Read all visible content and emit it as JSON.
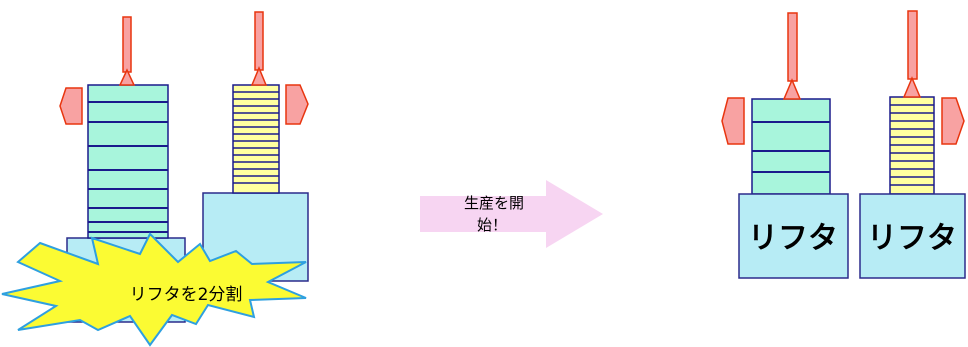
{
  "before": {
    "burst_label": "リフタを2分割"
  },
  "arrow": {
    "line1": "生産を開",
    "line2": "始！"
  },
  "after": {
    "lifter_left_label": "リフタ",
    "lifter_right_label": "リフタ"
  },
  "colors": {
    "stack_mint": "#a8f5dc",
    "stack_yellow": "#ffffa0",
    "line_navy": "#1a1a8c",
    "base_blue": "#b7ecf5",
    "base_border": "#2b2b8c",
    "pointer_fill": "#f8a2a2",
    "pointer_stroke": "#e8350f",
    "burst_fill": "#fbfb33",
    "burst_stroke": "#2ea0e0",
    "arrow_fill": "#f7d5f2"
  }
}
